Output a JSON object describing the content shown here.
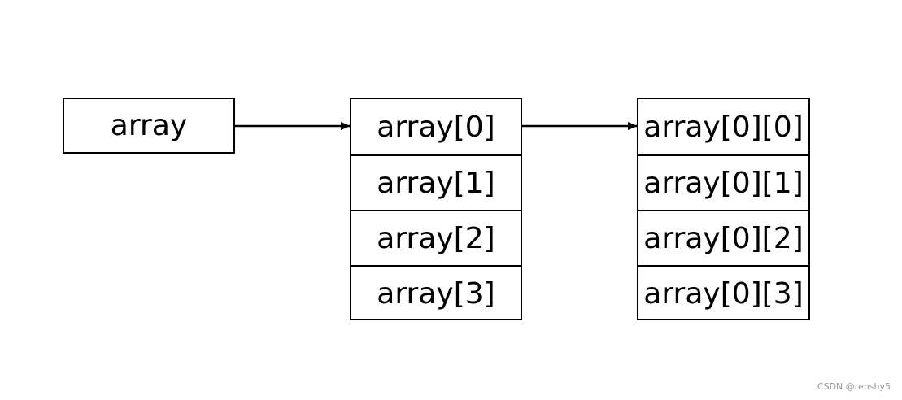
{
  "root": {
    "label": "array"
  },
  "level1": {
    "cells": [
      "array[0]",
      "array[1]",
      "array[2]",
      "array[3]"
    ]
  },
  "level2": {
    "cells": [
      "array[0][0]",
      "array[0][1]",
      "array[0][2]",
      "array[0][3]"
    ]
  },
  "watermark": "CSDN @renshy5"
}
